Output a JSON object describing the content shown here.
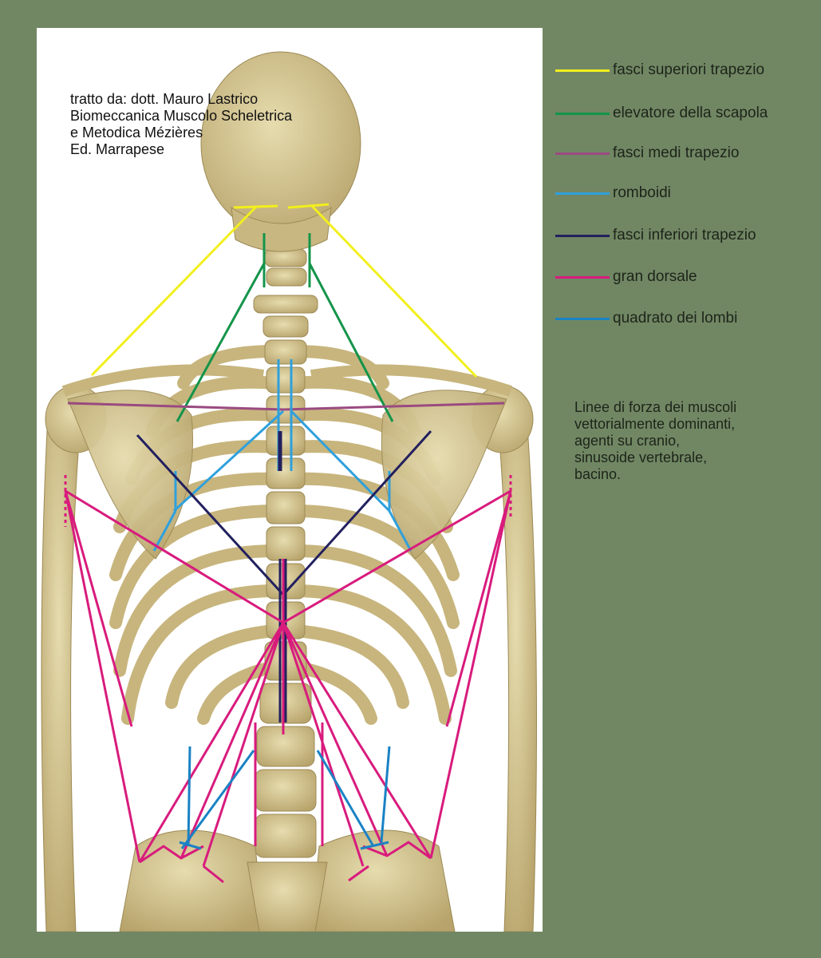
{
  "credit": {
    "lines": [
      "tratto da: dott. Mauro Lastrico",
      "Biomeccanica Muscolo Scheletrica",
      "e Metodica Mézières",
      "Ed. Marrapese"
    ]
  },
  "legend": [
    {
      "label": "fasci superiori trapezio",
      "color": "#f2ef1c"
    },
    {
      "label": "elevatore della scapola",
      "color": "#14944a"
    },
    {
      "label": "fasci medi trapezio",
      "color": "#9a4a80"
    },
    {
      "label": "romboidi",
      "color": "#2fa0dc"
    },
    {
      "label": "fasci inferiori trapezio",
      "color": "#22205e"
    },
    {
      "label": "gran dorsale",
      "color": "#d81b7d"
    },
    {
      "label": "quadrato dei lombi",
      "color": "#1a82c4"
    }
  ],
  "note": {
    "lines": [
      "Linee di forza dei muscoli",
      "vettorialmente  dominanti,",
      "agenti su cranio,",
      "sinusoide vertebrale,",
      "bacino."
    ]
  }
}
